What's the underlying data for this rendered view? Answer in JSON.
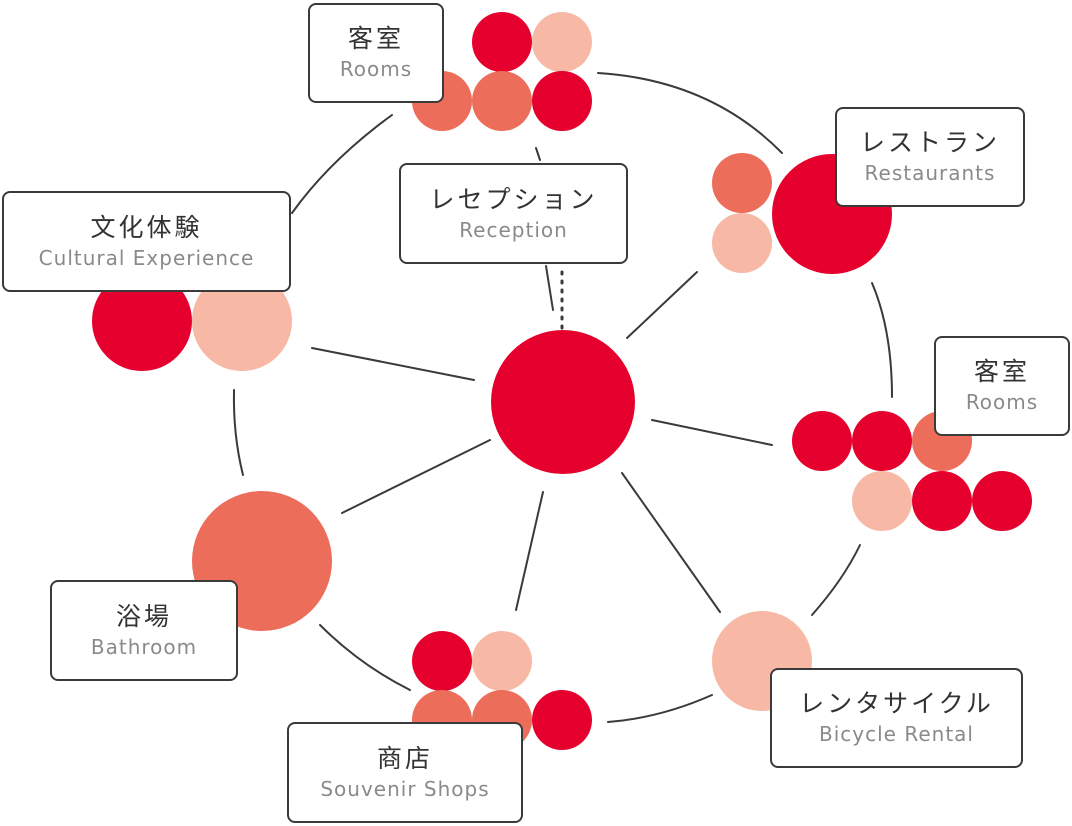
{
  "colors": {
    "red": "#e6002d",
    "coral": "#ec6d5a",
    "pink": "#f7b9a6",
    "line": "#3a3a3a",
    "label_en": "#8a8a8a"
  },
  "nodes": {
    "rooms_top": {
      "jp": "客室",
      "en": "Rooms",
      "circles": [
        "red",
        "pink",
        "coral",
        "coral",
        "red"
      ]
    },
    "restaurants": {
      "jp": "レストラン",
      "en": "Restaurants",
      "circles": [
        "red",
        "coral",
        "pink"
      ]
    },
    "reception": {
      "jp": "レセプション",
      "en": "Reception",
      "circles": [
        "red"
      ]
    },
    "cultural": {
      "jp": "文化体験",
      "en": "Cultural Experience",
      "circles": [
        "red",
        "pink"
      ]
    },
    "rooms_right": {
      "jp": "客室",
      "en": "Rooms",
      "circles": [
        "red",
        "red",
        "coral",
        "pink",
        "red",
        "red"
      ]
    },
    "bathroom": {
      "jp": "浴場",
      "en": "Bathroom",
      "circles": [
        "coral"
      ]
    },
    "souvenir": {
      "jp": "商店",
      "en": "Souvenir Shops",
      "circles": [
        "red",
        "pink",
        "coral",
        "coral",
        "red"
      ]
    },
    "bicycle": {
      "jp": "レンタサイクル",
      "en": "Bicycle Rental",
      "circles": [
        "pink"
      ]
    }
  }
}
